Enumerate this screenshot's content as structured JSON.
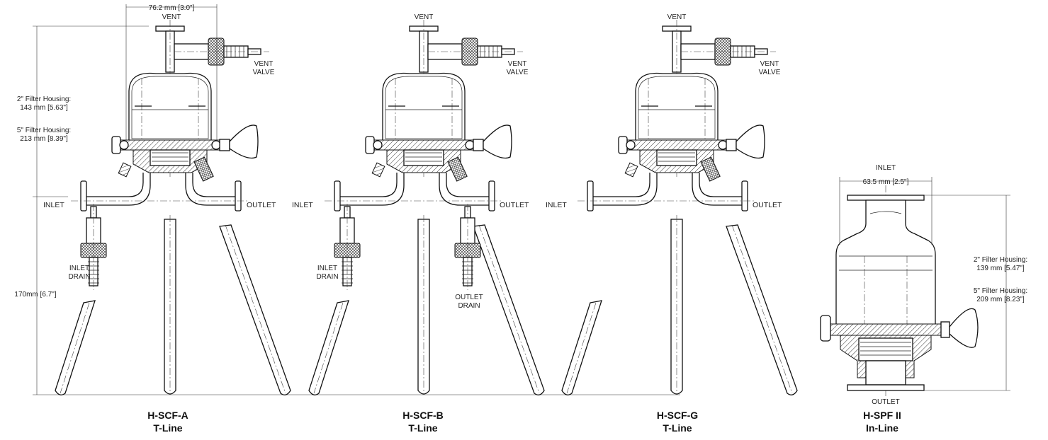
{
  "units": [
    {
      "labels": {
        "vent": "VENT",
        "vent_valve_1": "VENT",
        "vent_valve_2": "VALVE",
        "inlet": "INLET",
        "outlet": "OUTLET",
        "drain_1": "INLET",
        "drain_2": "DRAIN"
      },
      "caption": {
        "line1": "H-SCF-A",
        "line2": "T-Line"
      }
    },
    {
      "labels": {
        "vent": "VENT",
        "vent_valve_1": "VENT",
        "vent_valve_2": "VALVE",
        "inlet": "INLET",
        "outlet": "OUTLET",
        "drain_in_1": "INLET",
        "drain_in_2": "DRAIN",
        "drain_out_1": "OUTLET",
        "drain_out_2": "DRAIN"
      },
      "caption": {
        "line1": "H-SCF-B",
        "line2": "T-Line"
      }
    },
    {
      "labels": {
        "vent": "VENT",
        "vent_valve_1": "VENT",
        "vent_valve_2": "VALVE",
        "inlet": "INLET",
        "outlet": "OUTLET"
      },
      "caption": {
        "line1": "H-SCF-G",
        "line2": "T-Line"
      }
    },
    {
      "labels": {
        "inlet": "INLET",
        "outlet": "OUTLET"
      },
      "caption": {
        "line1": "H-SPF II",
        "line2": "In-Line"
      }
    }
  ],
  "dimensions": {
    "tline_width": "76.2 mm [3.0\"]",
    "tline_2in_label": "2\" Filter Housing:",
    "tline_2in_value": "143 mm [5.63\"]",
    "tline_5in_label": "5\" Filter Housing:",
    "tline_5in_value": "213 mm [8.39\"]",
    "tline_leg_height": "170mm [6.7\"]",
    "inline_width": "63.5 mm [2.5\"]",
    "inline_2in_label": "2\" Filter Housing:",
    "inline_2in_value": "139 mm [5.47\"]",
    "inline_5in_label": "5\" Filter Housing:",
    "inline_5in_value": "209 mm [8.23\"]"
  }
}
